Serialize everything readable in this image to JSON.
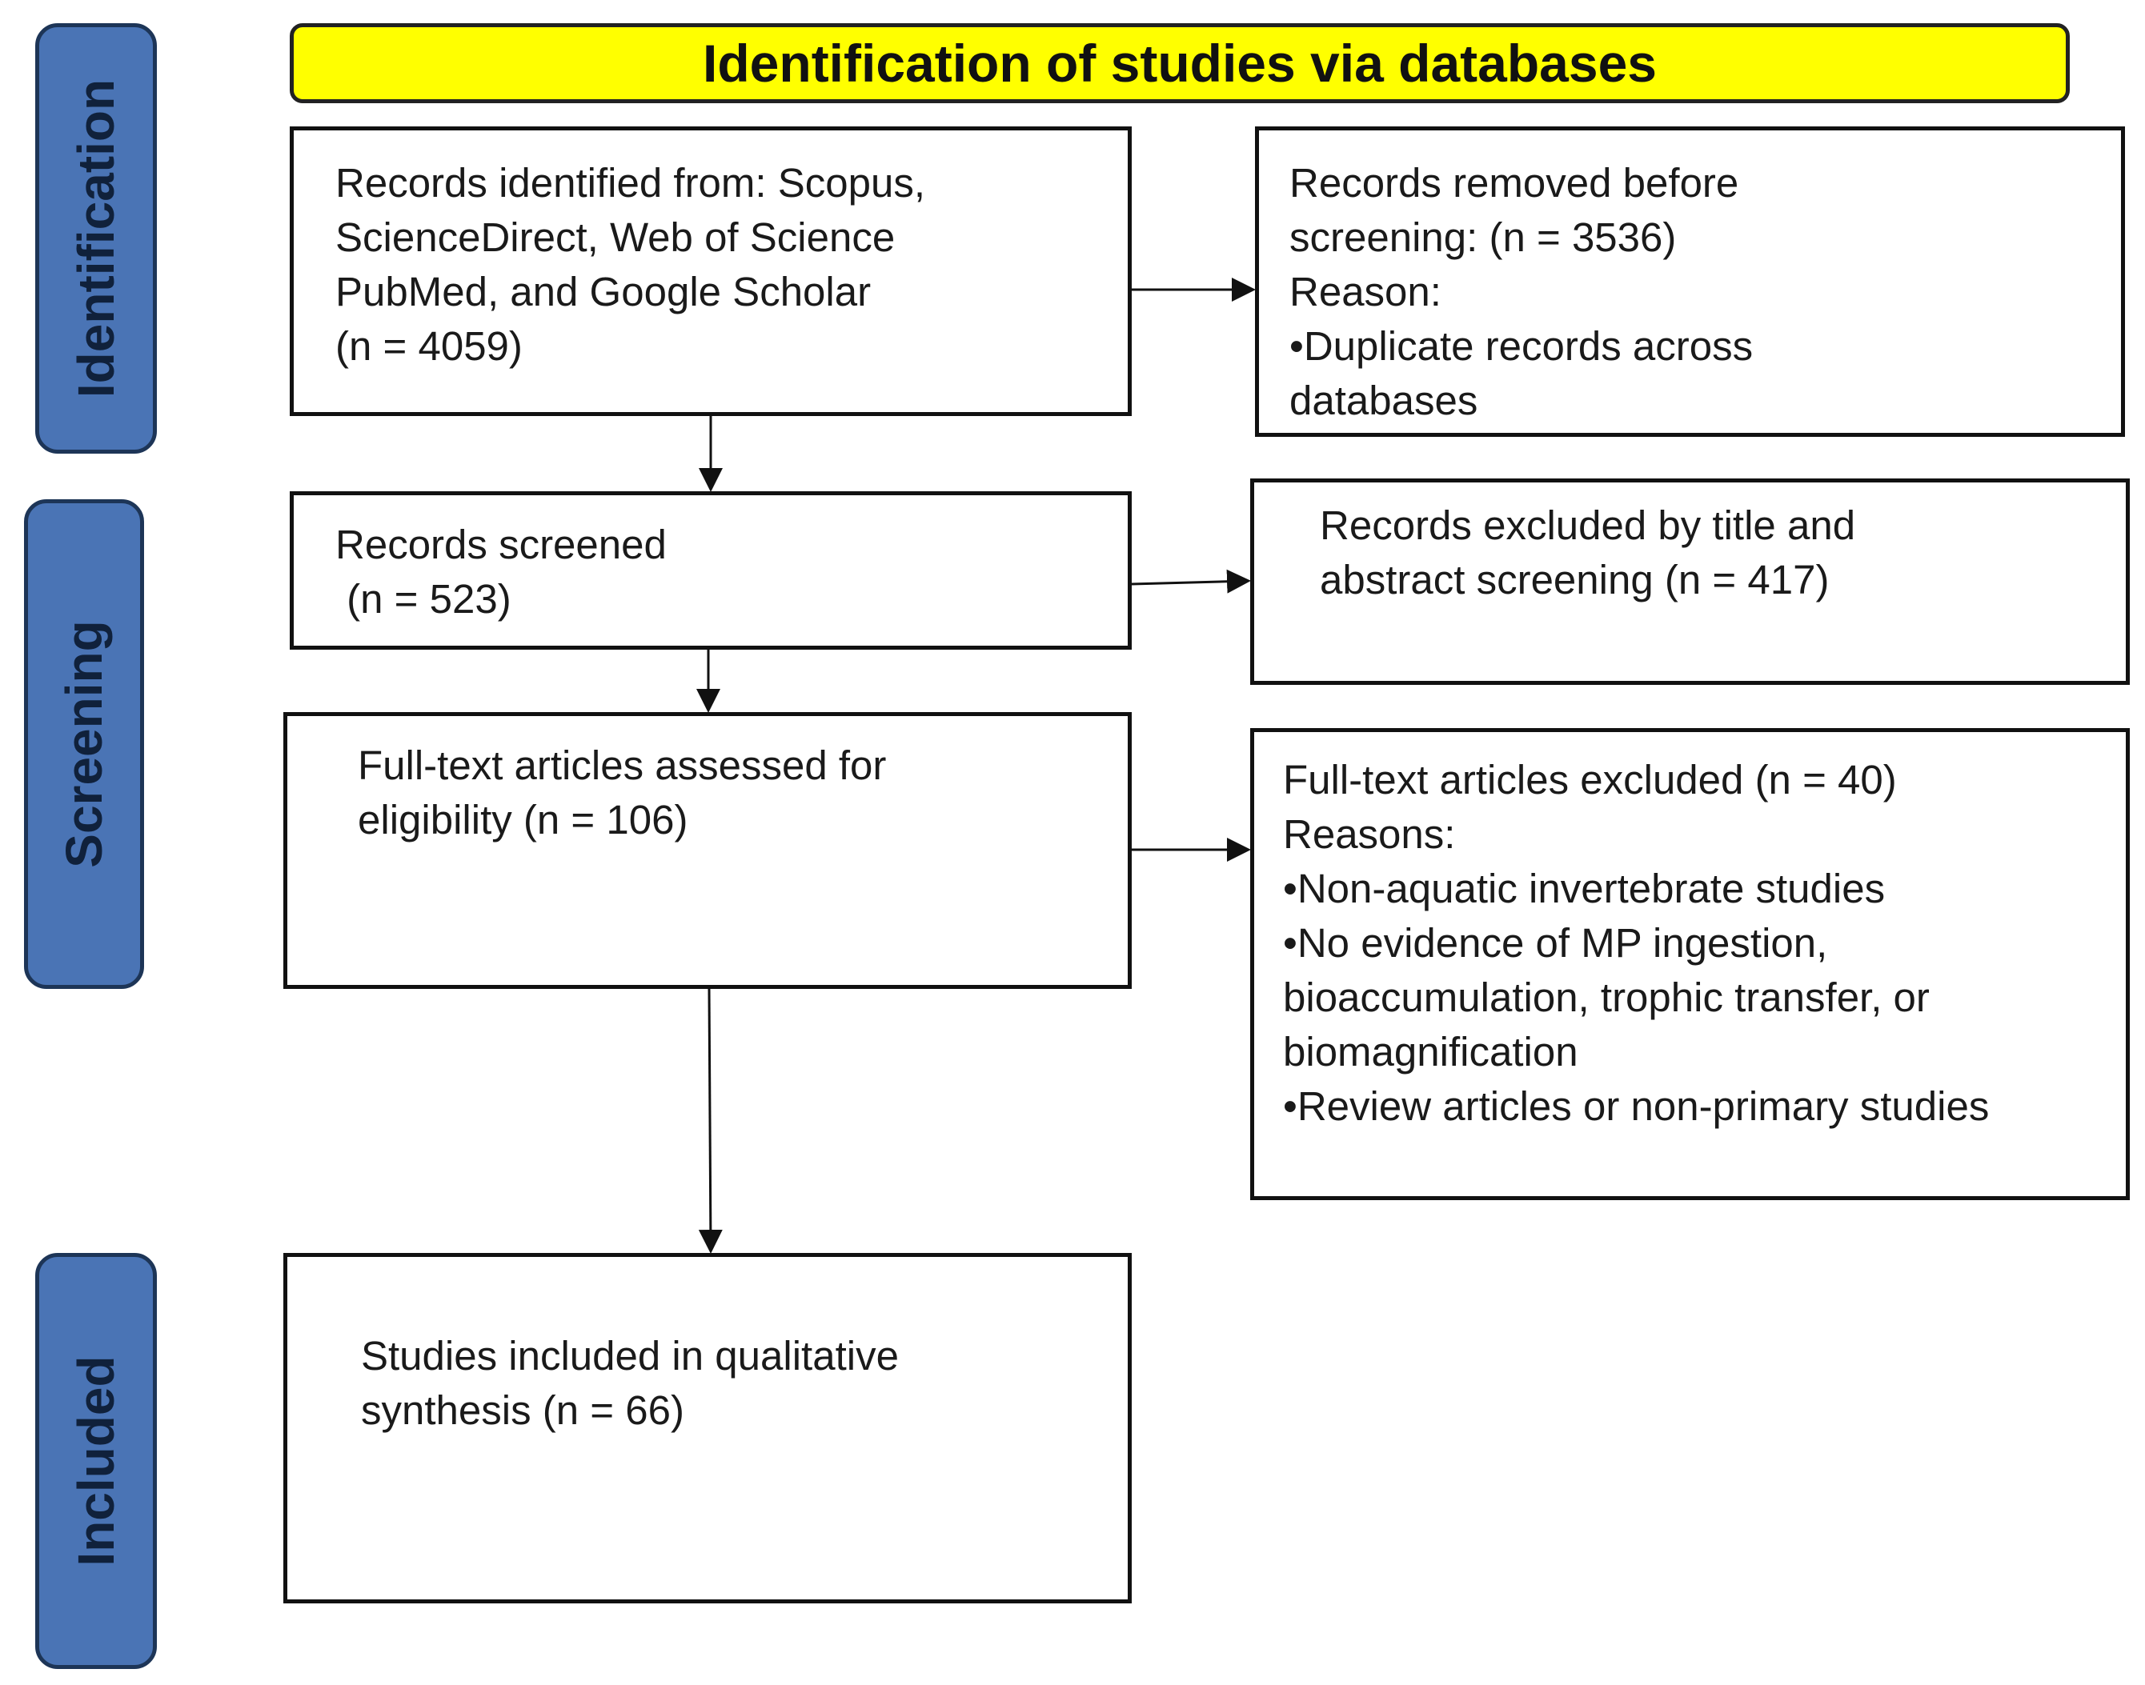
{
  "header": {
    "title": "Identification of studies via databases"
  },
  "phases": {
    "identification": "Identification",
    "screening": "Screening",
    "included": "Included"
  },
  "boxes": {
    "records_identified": [
      "Records identified from: Scopus,",
      "ScienceDirect, Web of Science",
      "PubMed, and Google Scholar",
      "(n = 4059)"
    ],
    "records_removed": [
      "Records removed before",
      "screening: (n = 3536)",
      "Reason:",
      "•Duplicate records across",
      "databases"
    ],
    "records_screened": [
      "Records screened",
      " (n = 523)"
    ],
    "records_excluded": [
      "Records excluded by title and",
      "abstract screening (n = 417)"
    ],
    "fulltext_assessed": [
      "Full-text articles assessed for",
      "eligibility (n = 106)"
    ],
    "fulltext_excluded": [
      "Full-text articles excluded (n = 40)",
      "Reasons:",
      "•Non-aquatic invertebrate studies",
      "•No evidence of MP ingestion,",
      "bioaccumulation, trophic transfer, or",
      "biomagnification",
      "•Review articles or non-primary studies"
    ],
    "studies_included": [
      "Studies included in qualitative",
      "synthesis (n = 66)"
    ]
  },
  "colors": {
    "header_fill": "#ffff00",
    "phase_fill": "#4a74b5",
    "phase_border": "#1d3557",
    "box_border": "#111111"
  }
}
